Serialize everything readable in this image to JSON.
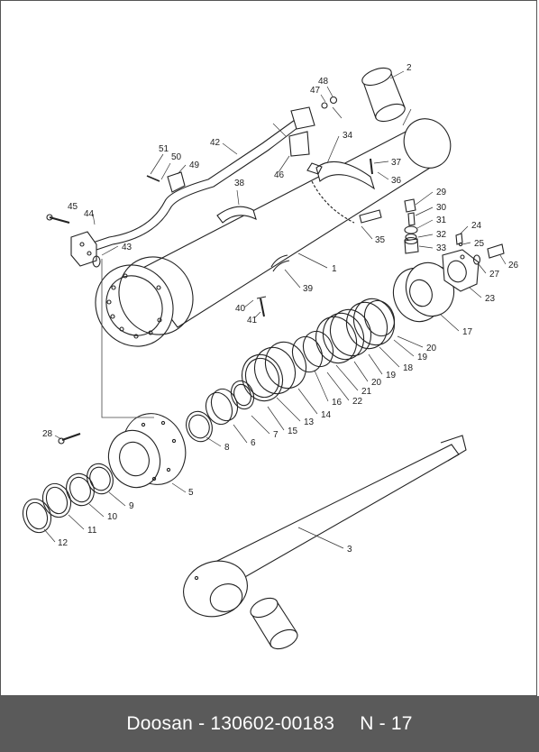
{
  "footer": {
    "brand": "Doosan",
    "separator": "-",
    "part_number": "130602-00183",
    "page_code": "N - 17"
  },
  "callouts": [
    "1",
    "2",
    "3",
    "5",
    "6",
    "7",
    "8",
    "9",
    "10",
    "11",
    "12",
    "13",
    "14",
    "15",
    "16",
    "17",
    "18",
    "19",
    "19",
    "20",
    "20",
    "21",
    "22",
    "23",
    "24",
    "25",
    "26",
    "27",
    "28",
    "29",
    "30",
    "31",
    "32",
    "33",
    "34",
    "35",
    "36",
    "37",
    "38",
    "39",
    "40",
    "41",
    "42",
    "43",
    "44",
    "45",
    "46",
    "47",
    "48",
    "49",
    "50",
    "51"
  ]
}
